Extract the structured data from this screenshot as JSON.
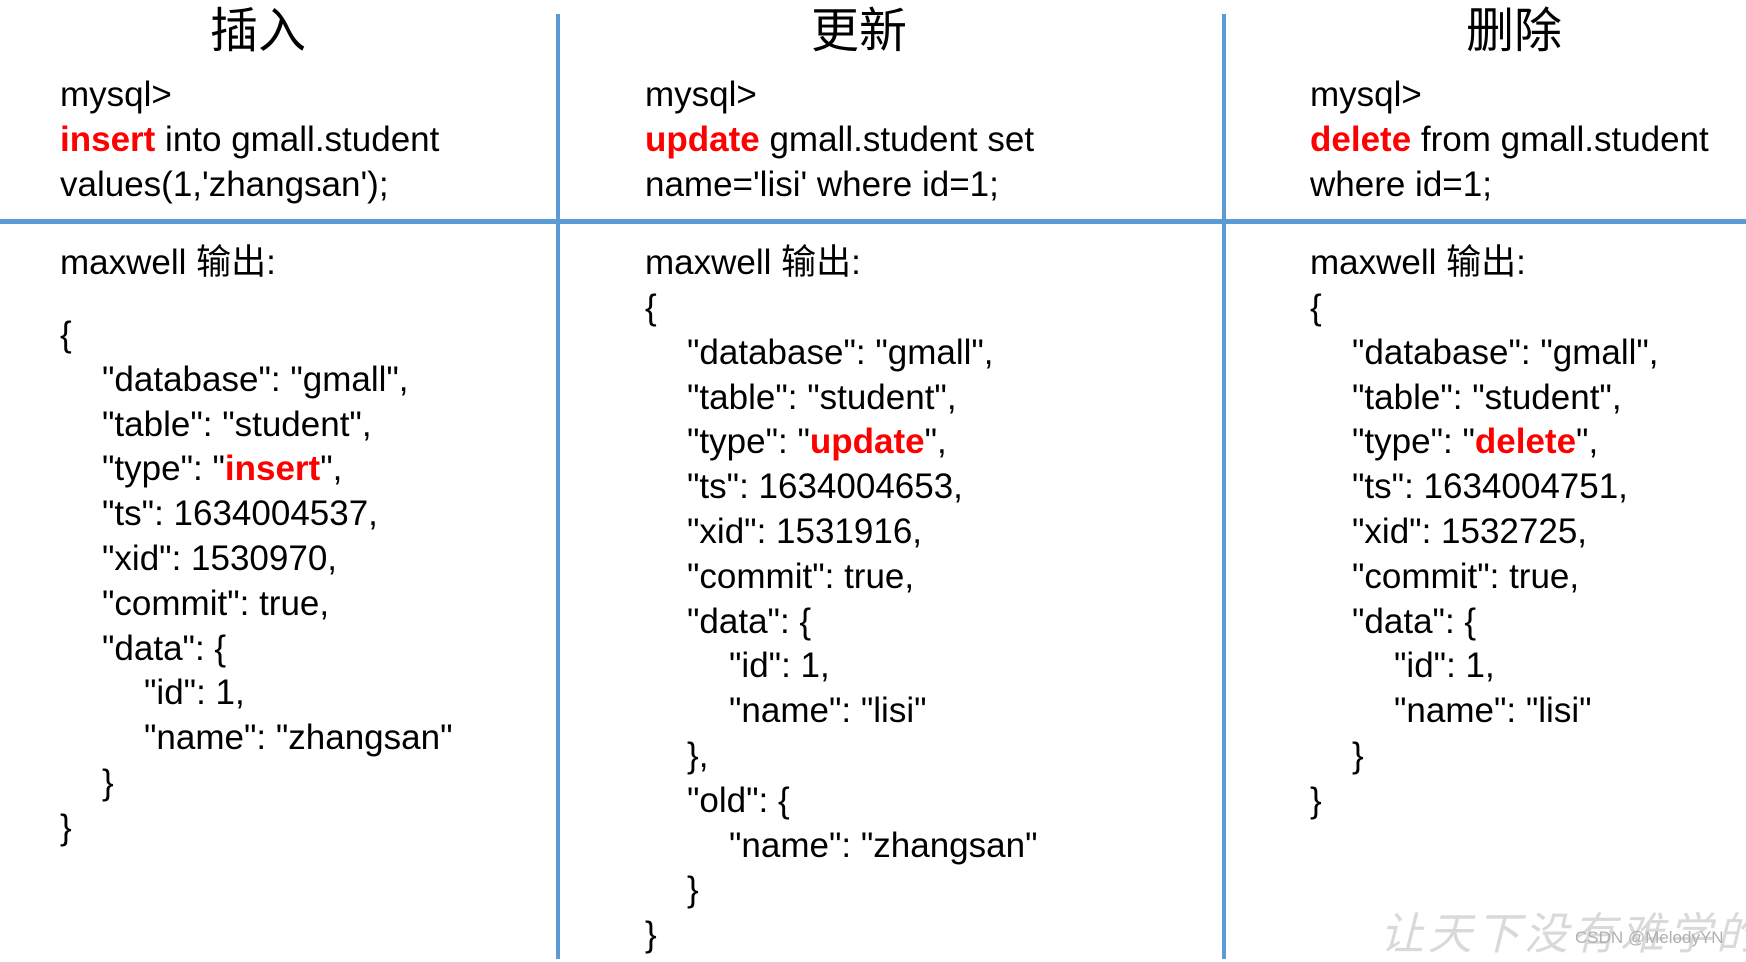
{
  "columns": [
    {
      "heading": "插入",
      "sql": {
        "prompt": "mysql>",
        "keyword": "insert",
        "line1_rest": " into gmall.student",
        "line2": "values(1,'zhangsan');"
      },
      "output_label": "maxwell 输出:",
      "json": {
        "open": "{",
        "database": "\"database\": \"gmall\",",
        "table": "\"table\": \"student\",",
        "type_prefix": "\"type\": \"",
        "type_value": "insert",
        "type_suffix": "\",",
        "ts": "\"ts\": 1634004537,",
        "xid": "\"xid\": 1530970,",
        "commit": "\"commit\": true,",
        "data_open": "\"data\": {",
        "data_id": "\"id\": 1,",
        "data_name": "\"name\": \"zhangsan\"",
        "data_close": "}",
        "close": "}"
      }
    },
    {
      "heading": "更新",
      "sql": {
        "prompt": "mysql>",
        "keyword": "update",
        "line1_rest": " gmall.student set",
        "line2": "name='lisi' where id=1;"
      },
      "output_label": "maxwell 输出:",
      "json": {
        "open": "{",
        "database": "\"database\": \"gmall\",",
        "table": "\"table\": \"student\",",
        "type_prefix": "\"type\": \"",
        "type_value": "update",
        "type_suffix": "\",",
        "ts": "\"ts\": 1634004653,",
        "xid": "\"xid\": 1531916,",
        "commit": "\"commit\": true,",
        "data_open": "\"data\": {",
        "data_id": "\"id\": 1,",
        "data_name": "\"name\": \"lisi\"",
        "data_close": "},",
        "old_open": "\"old\": {",
        "old_name": "\"name\": \"zhangsan\"",
        "old_close": "}",
        "close": "}"
      }
    },
    {
      "heading": "删除",
      "sql": {
        "prompt": "mysql>",
        "keyword": "delete",
        "line1_rest": " from gmall.student",
        "line2": "where id=1;"
      },
      "output_label": "maxwell 输出:",
      "json": {
        "open": "{",
        "database": "\"database\": \"gmall\",",
        "table": "\"table\": \"student\",",
        "type_prefix": "\"type\": \"",
        "type_value": "delete",
        "type_suffix": "\",",
        "ts": "\"ts\": 1634004751,",
        "xid": "\"xid\": 1532725,",
        "commit": "\"commit\": true,",
        "data_open": "\"data\": {",
        "data_id": "\"id\": 1,",
        "data_name": "\"name\": \"lisi\"",
        "data_close": "}",
        "close": "}"
      }
    }
  ],
  "watermark": {
    "art_text": "让天下没有难学的技",
    "credit": "CSDN @MelodyYN"
  },
  "colors": {
    "divider": "#5b9bd5",
    "keyword": "#ff0000",
    "text": "#000000"
  }
}
